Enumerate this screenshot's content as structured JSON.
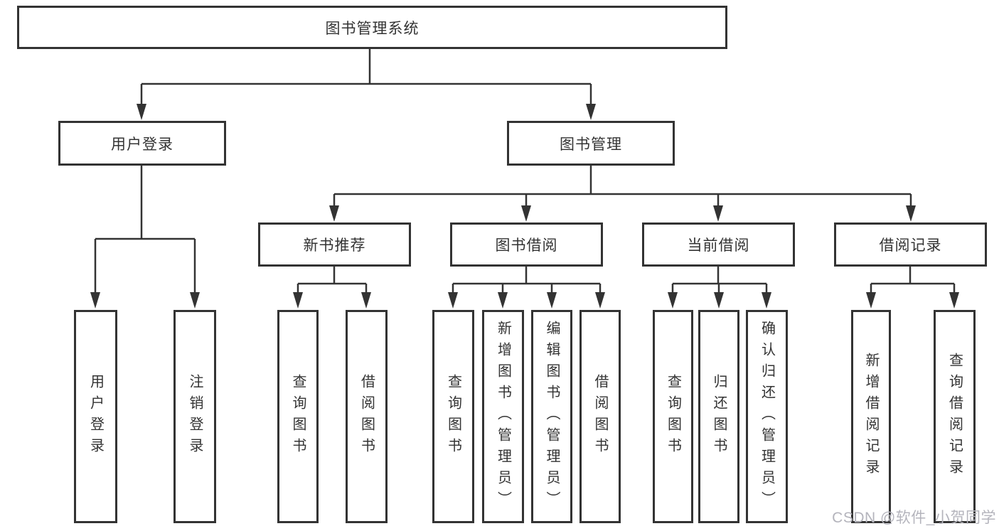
{
  "diagram": {
    "root": "图书管理系统",
    "level2": [
      "用户登录",
      "图书管理"
    ],
    "level3": [
      "新书推荐",
      "图书借阅",
      "当前借阅",
      "借阅记录"
    ],
    "leaves": {
      "login": [
        "用户登录",
        "注销登录"
      ],
      "new_books": [
        "查询图书",
        "借阅图书"
      ],
      "book_borrow": [
        "查询图书",
        "新增图书（管理员）",
        "编辑图书（管理员）",
        "借阅图书"
      ],
      "current_borrow": [
        "查询图书",
        "归还图书",
        "确认归还（管理员）"
      ],
      "borrow_records": [
        "新增借阅记录",
        "查询借阅记录"
      ]
    }
  },
  "watermark": "CSDN @软件_小贺同学",
  "colors": {
    "line": "#333333",
    "border": "#333333",
    "text": "#333333",
    "watermark": "#b4b4bc",
    "background": "#ffffff"
  }
}
